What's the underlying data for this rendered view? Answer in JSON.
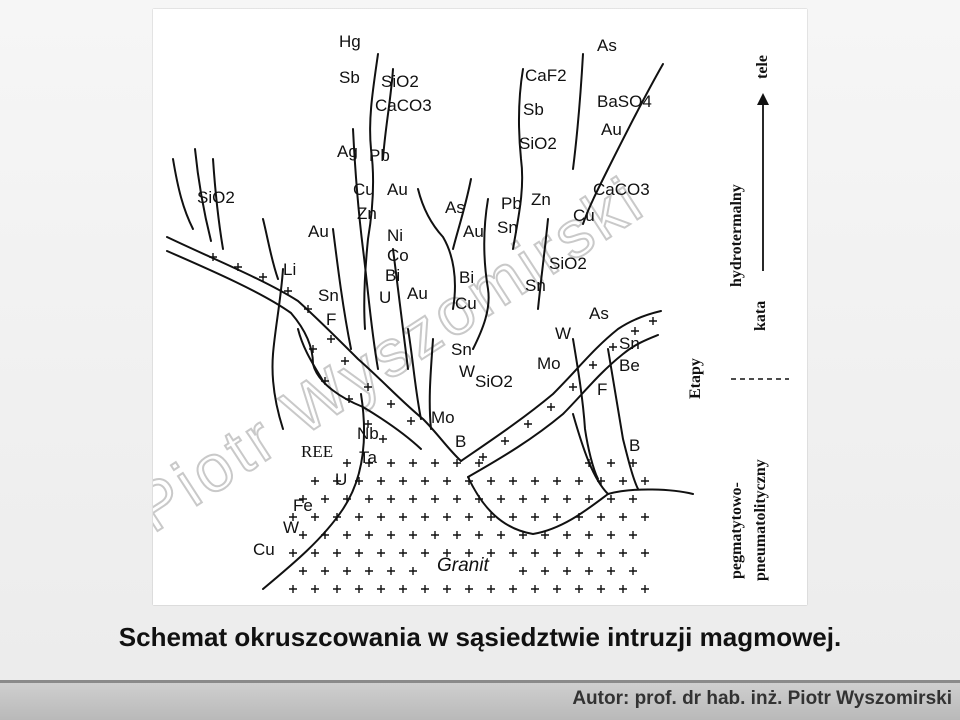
{
  "caption": "Schemat okruszcowania w sąsiedztwie intruzji magmowej.",
  "author": "Autor: prof. dr hab. inż. Piotr Wyszomirski",
  "watermark": "Piotr Wyszomirski",
  "diagram": {
    "granite_label": "Granit",
    "labels": {
      "hg": "Hg",
      "sb1": "Sb",
      "sio2_1": "SiO2",
      "caco3_1": "CaCO3",
      "ag": "Ag",
      "pb1": "Pb",
      "cu1": "Cu",
      "au1": "Au",
      "zn1": "Zn",
      "ni": "Ni",
      "co": "Co",
      "bi1": "Bi",
      "u1": "U",
      "au2": "Au",
      "sio2_left": "SiO2",
      "au3": "Au",
      "li": "Li",
      "sn1": "Sn",
      "f1": "F",
      "caf2": "CaF2",
      "sb2": "Sb",
      "sio2_2": "SiO2",
      "as1": "As",
      "baso4": "BaSO4",
      "au4": "Au",
      "caco3_2": "CaCO3",
      "cu2": "Cu",
      "as2": "As",
      "au5": "Au",
      "pb2": "Pb",
      "zn2": "Zn",
      "sn2": "Sn",
      "bi2": "Bi",
      "cu3": "Cu",
      "sio2_3": "SiO2",
      "sn3": "Sn",
      "sn4": "Sn",
      "w1": "W",
      "sio2_4": "SiO2",
      "mo1": "Mo",
      "b1": "B",
      "w2": "W",
      "mo2": "Mo",
      "as3": "As",
      "sn5": "Sn",
      "be": "Be",
      "f2": "F",
      "b2": "B",
      "nb": "Nb",
      "ta": "Ta",
      "ree": "REE",
      "u2": "U",
      "fe": "Fe",
      "w3": "W",
      "cu4": "Cu"
    },
    "side": {
      "tele": "tele",
      "hydrothermal": "hydrotermalny",
      "kata": "kata",
      "etapy": "Etapy",
      "pegmatytowo": "pegmatytowo-",
      "pneumatolityczny": "pneumatolityczny"
    }
  }
}
